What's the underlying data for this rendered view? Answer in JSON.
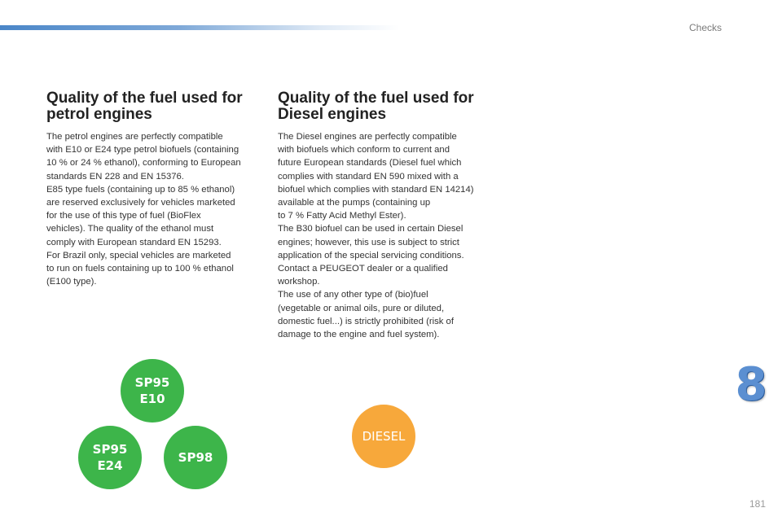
{
  "header": {
    "section": "Checks",
    "accent_color": "#4a86c8"
  },
  "petrol": {
    "title_line1": "Quality of the fuel used for",
    "title_line2": "petrol engines",
    "lines": [
      "The petrol engines are perfectly compatible",
      "with E10 or E24 type petrol biofuels (containing",
      "10 % or 24 % ethanol), conforming to European",
      "standards EN 228 and EN 15376.",
      "E85 type fuels (containing up to 85 % ethanol)",
      "are reserved exclusively for vehicles marketed",
      "for the use of this type of fuel (BioFlex",
      "vehicles). The quality of the ethanol must",
      "comply with European standard EN 15293.",
      "For Brazil only, special vehicles are marketed",
      "to run on fuels containing up to 100 % ethanol",
      "(E100 type)."
    ]
  },
  "diesel": {
    "title_line1": "Quality of the fuel used for",
    "title_line2": "Diesel engines",
    "lines": [
      "The Diesel engines are perfectly compatible",
      "with biofuels which conform to current and",
      "future European standards (Diesel fuel which",
      "complies with standard EN 590 mixed with a",
      "biofuel which complies with standard EN 14214)",
      "available at the pumps (containing up",
      "to 7 % Fatty Acid Methyl Ester).",
      "The B30 biofuel can be used in certain Diesel",
      "engines; however, this use is subject to strict",
      "application of the special servicing conditions.",
      "Contact a PEUGEOT dealer or a qualified",
      "workshop.",
      "The use of any other type of (bio)fuel",
      "(vegetable or animal oils, pure or diluted,",
      "domestic fuel...) is strictly prohibited (risk of",
      "damage to the engine and fuel system)."
    ]
  },
  "badges": {
    "sp95_e10": {
      "line1": "SP95",
      "line2": "E10",
      "color": "#3db54a"
    },
    "sp95_e24": {
      "line1": "SP95",
      "line2": "E24",
      "color": "#3db54a"
    },
    "sp98": {
      "line1": "SP98",
      "color": "#3db54a"
    },
    "diesel": {
      "line1": "DIESEL",
      "color": "#f7a83b"
    }
  },
  "chapter_number": "8",
  "page_number": "181"
}
